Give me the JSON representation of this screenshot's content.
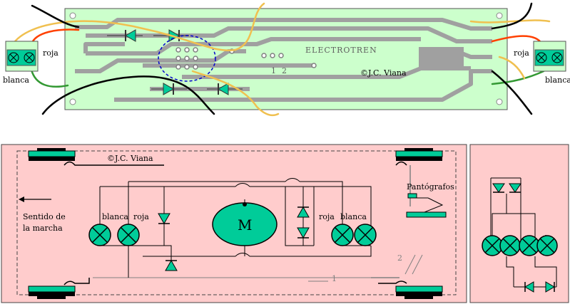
{
  "pcb": {
    "title": "ELECTROTREN",
    "copyright": "©J.C. Viana",
    "pin1": "1",
    "pin2": "2",
    "left_connector": {
      "top_label": "roja",
      "bottom_label": "blanca"
    },
    "right_connector": {
      "top_label": "roja",
      "bottom_label": "blanca"
    }
  },
  "schematic": {
    "copyright": "©J.C. Viana",
    "direction_label_line1": "Sentido de",
    "direction_label_line2": "la marcha",
    "pantograph_label": "Pantógrafos",
    "motor_label": "M",
    "left_lamps": {
      "label_a": "blanca",
      "label_b": "roja"
    },
    "right_lamps": {
      "label_a": "roja",
      "label_b": "blanca"
    },
    "pickup_1": "1",
    "pickup_2": "2"
  },
  "colors": {
    "pcb_board": "#ccffcc",
    "pcb_trace": "#a0a0a0",
    "schematic_bg": "#ffcccc",
    "component": "#00cc99",
    "wire_orange": "#f0c050",
    "wire_red": "#ff4000",
    "wire_green": "#339933",
    "wire_black": "#000000",
    "highlight_circle": "#0000cc"
  }
}
